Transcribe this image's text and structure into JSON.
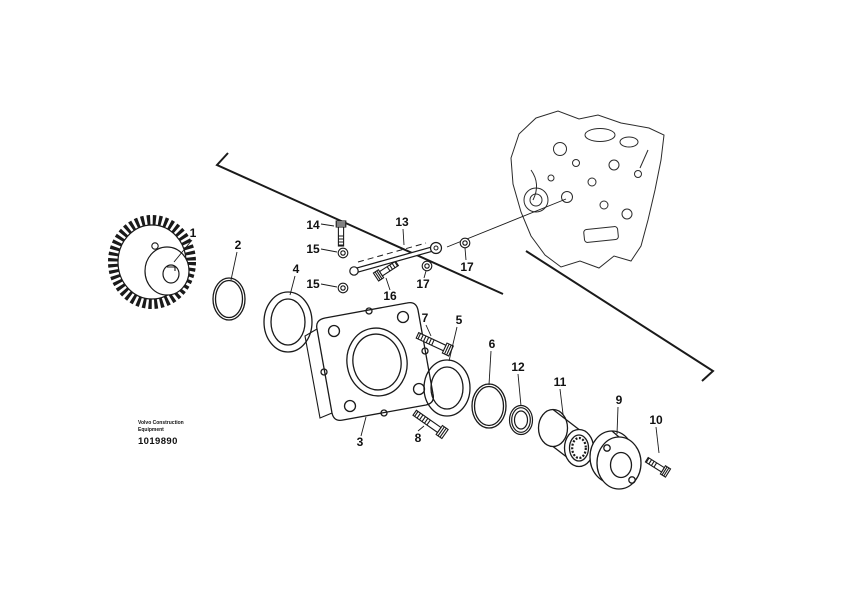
{
  "colors": {
    "ink": "#1a1a1a",
    "background": "#ffffff"
  },
  "footer": {
    "brand_line1": "Volvo Construction",
    "brand_line2": "Equipment",
    "part_number": "1019890"
  },
  "callouts": [
    {
      "label": "1"
    },
    {
      "label": "2"
    },
    {
      "label": "14"
    },
    {
      "label": "15"
    },
    {
      "label": "13"
    },
    {
      "label": "15"
    },
    {
      "label": "16"
    },
    {
      "label": "17"
    },
    {
      "label": "17"
    },
    {
      "label": "4"
    },
    {
      "label": "7"
    },
    {
      "label": "5"
    },
    {
      "label": "6"
    },
    {
      "label": "12"
    },
    {
      "label": "11"
    },
    {
      "label": "9"
    },
    {
      "label": "10"
    },
    {
      "label": "3"
    },
    {
      "label": "8"
    }
  ]
}
